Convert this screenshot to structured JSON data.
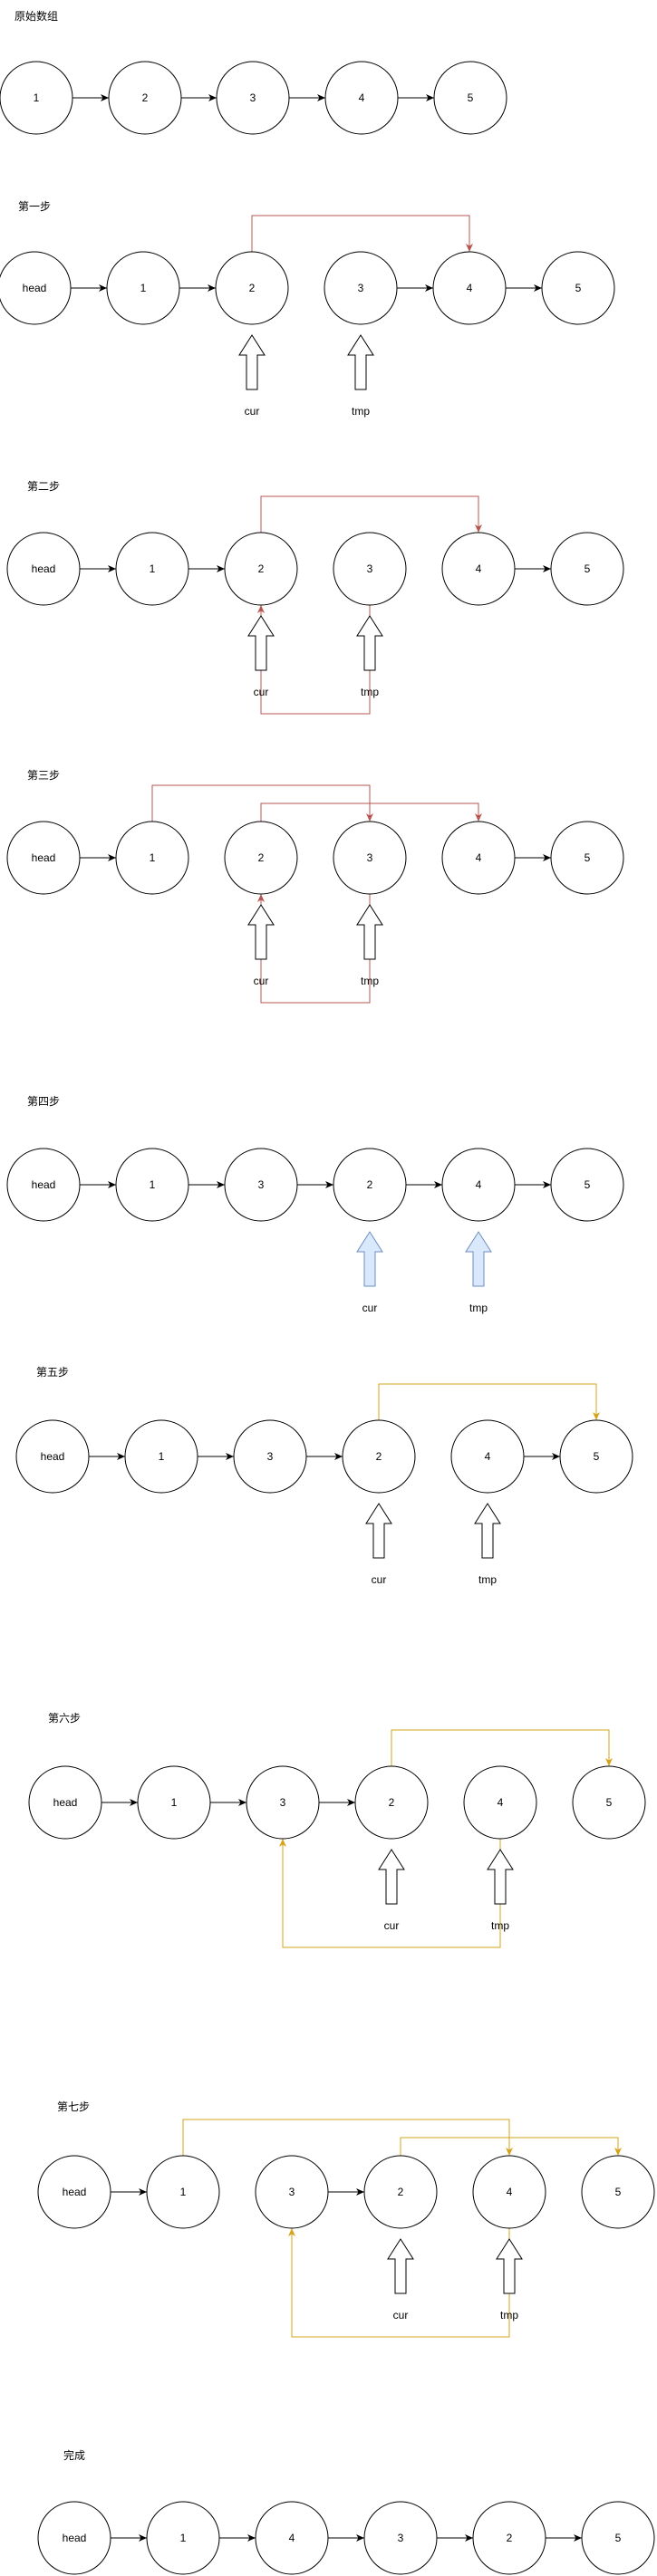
{
  "colors": {
    "dark_red": "#b85450",
    "orange": "#d6a31a",
    "line": "#000000",
    "blue_fill": "#dae8fc",
    "blue_stroke": "#6c8ebf"
  },
  "sections": [
    {
      "id": "s0",
      "title": "原始数组",
      "nodes": [
        {
          "id": "n1",
          "label": "1"
        },
        {
          "id": "n2",
          "label": "2"
        },
        {
          "id": "n3",
          "label": "3"
        },
        {
          "id": "n4",
          "label": "4"
        },
        {
          "id": "n5",
          "label": "5"
        }
      ],
      "next": [
        [
          "n1",
          "n2"
        ],
        [
          "n2",
          "n3"
        ],
        [
          "n3",
          "n4"
        ],
        [
          "n4",
          "n5"
        ]
      ],
      "extra": [],
      "pointers": []
    },
    {
      "id": "s1",
      "title": "第一步",
      "nodes": [
        {
          "id": "h",
          "label": "head"
        },
        {
          "id": "n1",
          "label": "1"
        },
        {
          "id": "n2",
          "label": "2"
        },
        {
          "id": "n3",
          "label": "3"
        },
        {
          "id": "n4",
          "label": "4"
        },
        {
          "id": "n5",
          "label": "5"
        }
      ],
      "next": [
        [
          "h",
          "n1"
        ],
        [
          "n1",
          "n2"
        ],
        [
          "n3",
          "n4"
        ],
        [
          "n4",
          "n5"
        ]
      ],
      "extra": [
        {
          "from": "n2",
          "to": "n4",
          "route": "top",
          "color": "dark_red"
        }
      ],
      "pointers": [
        {
          "target": "n2",
          "label": "cur",
          "style": "plain"
        },
        {
          "target": "n3",
          "label": "tmp",
          "style": "plain"
        }
      ]
    },
    {
      "id": "s2",
      "title": "第二步",
      "nodes": [
        {
          "id": "h",
          "label": "head"
        },
        {
          "id": "n1",
          "label": "1"
        },
        {
          "id": "n2",
          "label": "2"
        },
        {
          "id": "n3",
          "label": "3"
        },
        {
          "id": "n4",
          "label": "4"
        },
        {
          "id": "n5",
          "label": "5"
        }
      ],
      "next": [
        [
          "h",
          "n1"
        ],
        [
          "n1",
          "n2"
        ],
        [
          "n4",
          "n5"
        ]
      ],
      "extra": [
        {
          "from": "n2",
          "to": "n4",
          "route": "top",
          "color": "dark_red"
        },
        {
          "from": "n3",
          "to": "n2",
          "route": "bottom",
          "color": "dark_red"
        }
      ],
      "pointers": [
        {
          "target": "n2",
          "label": "cur",
          "style": "plain"
        },
        {
          "target": "n3",
          "label": "tmp",
          "style": "plain"
        }
      ]
    },
    {
      "id": "s3",
      "title": "第三步",
      "nodes": [
        {
          "id": "h",
          "label": "head"
        },
        {
          "id": "n1",
          "label": "1"
        },
        {
          "id": "n2",
          "label": "2"
        },
        {
          "id": "n3",
          "label": "3"
        },
        {
          "id": "n4",
          "label": "4"
        },
        {
          "id": "n5",
          "label": "5"
        }
      ],
      "next": [
        [
          "h",
          "n1"
        ],
        [
          "n4",
          "n5"
        ]
      ],
      "extra": [
        {
          "from": "n1",
          "to": "n3",
          "route": "top",
          "color": "dark_red"
        },
        {
          "from": "n2",
          "to": "n4",
          "route": "top2",
          "color": "dark_red"
        },
        {
          "from": "n3",
          "to": "n2",
          "route": "bottom",
          "color": "dark_red"
        }
      ],
      "pointers": [
        {
          "target": "n2",
          "label": "cur",
          "style": "plain"
        },
        {
          "target": "n3",
          "label": "tmp",
          "style": "plain"
        }
      ]
    },
    {
      "id": "s4",
      "title": "第四步",
      "nodes": [
        {
          "id": "h",
          "label": "head"
        },
        {
          "id": "n1",
          "label": "1"
        },
        {
          "id": "n3",
          "label": "3"
        },
        {
          "id": "n2",
          "label": "2"
        },
        {
          "id": "n4",
          "label": "4"
        },
        {
          "id": "n5",
          "label": "5"
        }
      ],
      "next": [
        [
          "h",
          "n1"
        ],
        [
          "n1",
          "n3"
        ],
        [
          "n3",
          "n2"
        ],
        [
          "n2",
          "n4"
        ],
        [
          "n4",
          "n5"
        ]
      ],
      "extra": [],
      "pointers": [
        {
          "target": "n2",
          "label": "cur",
          "style": "blue"
        },
        {
          "target": "n4",
          "label": "tmp",
          "style": "blue"
        }
      ]
    },
    {
      "id": "s5",
      "title": "第五步",
      "nodes": [
        {
          "id": "h",
          "label": "head"
        },
        {
          "id": "n1",
          "label": "1"
        },
        {
          "id": "n3",
          "label": "3"
        },
        {
          "id": "n2",
          "label": "2"
        },
        {
          "id": "n4",
          "label": "4"
        },
        {
          "id": "n5",
          "label": "5"
        }
      ],
      "next": [
        [
          "h",
          "n1"
        ],
        [
          "n1",
          "n3"
        ],
        [
          "n3",
          "n2"
        ],
        [
          "n4",
          "n5"
        ]
      ],
      "extra": [
        {
          "from": "n2",
          "to": "n5",
          "route": "top",
          "color": "orange"
        }
      ],
      "pointers": [
        {
          "target": "n2",
          "label": "cur",
          "style": "plain"
        },
        {
          "target": "n4",
          "label": "tmp",
          "style": "plain"
        }
      ]
    },
    {
      "id": "s6",
      "title": "第六步",
      "nodes": [
        {
          "id": "h",
          "label": "head"
        },
        {
          "id": "n1",
          "label": "1"
        },
        {
          "id": "n3",
          "label": "3"
        },
        {
          "id": "n2",
          "label": "2"
        },
        {
          "id": "n4",
          "label": "4"
        },
        {
          "id": "n5",
          "label": "5"
        }
      ],
      "next": [
        [
          "h",
          "n1"
        ],
        [
          "n1",
          "n3"
        ],
        [
          "n3",
          "n2"
        ]
      ],
      "extra": [
        {
          "from": "n2",
          "to": "n5",
          "route": "top",
          "color": "orange"
        },
        {
          "from": "n4",
          "to": "n3",
          "route": "bottom",
          "color": "orange"
        }
      ],
      "pointers": [
        {
          "target": "n2",
          "label": "cur",
          "style": "plain"
        },
        {
          "target": "n4",
          "label": "tmp",
          "style": "plain"
        }
      ]
    },
    {
      "id": "s7",
      "title": "第七步",
      "nodes": [
        {
          "id": "h",
          "label": "head"
        },
        {
          "id": "n1",
          "label": "1"
        },
        {
          "id": "n3",
          "label": "3"
        },
        {
          "id": "n2",
          "label": "2"
        },
        {
          "id": "n4",
          "label": "4"
        },
        {
          "id": "n5",
          "label": "5"
        }
      ],
      "next": [
        [
          "h",
          "n1"
        ],
        [
          "n3",
          "n2"
        ]
      ],
      "extra": [
        {
          "from": "n1",
          "to": "n4",
          "route": "top",
          "color": "orange"
        },
        {
          "from": "n2",
          "to": "n5",
          "route": "top2",
          "color": "orange"
        },
        {
          "from": "n4",
          "to": "n3",
          "route": "bottom",
          "color": "orange"
        }
      ],
      "pointers": [
        {
          "target": "n2",
          "label": "cur",
          "style": "plain"
        },
        {
          "target": "n4",
          "label": "tmp",
          "style": "plain"
        }
      ]
    },
    {
      "id": "s8",
      "title": "完成",
      "nodes": [
        {
          "id": "h",
          "label": "head"
        },
        {
          "id": "n1",
          "label": "1"
        },
        {
          "id": "n4",
          "label": "4"
        },
        {
          "id": "n3",
          "label": "3"
        },
        {
          "id": "n2",
          "label": "2"
        },
        {
          "id": "n5",
          "label": "5"
        }
      ],
      "next": [
        [
          "h",
          "n1"
        ],
        [
          "n1",
          "n4"
        ],
        [
          "n4",
          "n3"
        ],
        [
          "n3",
          "n2"
        ],
        [
          "n2",
          "n5"
        ]
      ],
      "extra": [],
      "pointers": []
    }
  ]
}
